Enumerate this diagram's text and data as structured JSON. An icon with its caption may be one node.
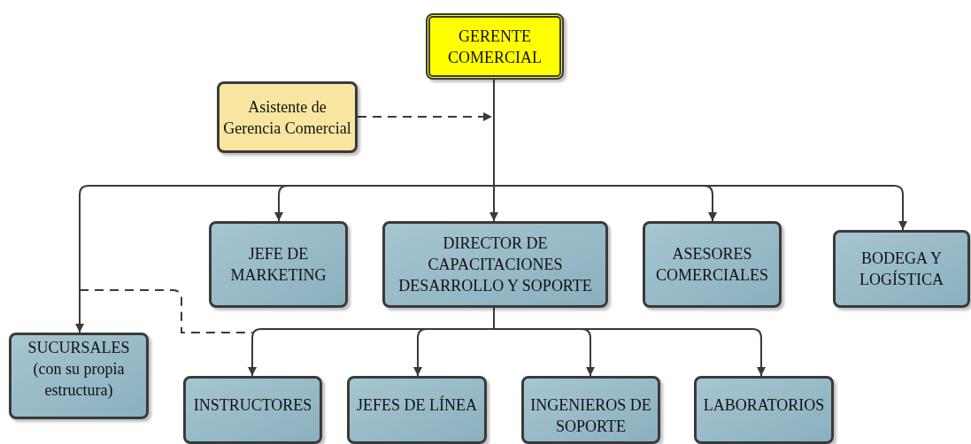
{
  "diagram": {
    "nodes": [
      {
        "text": [
          "GERENTE COMERCIAL"
        ]
      },
      {
        "text": [
          "Asistente de Gerencia Comercial"
        ]
      },
      {
        "text": [
          "JEFE DE MARKETING"
        ]
      },
      {
        "text": [
          "DIRECTOR DE CAPACITACIONES DESARROLLO Y SOPORTE"
        ]
      },
      {
        "text": [
          "ASESORES COMERCIALES"
        ]
      },
      {
        "text": [
          "BODEGA Y LOGÍSTICA"
        ]
      },
      {
        "text": [
          "SUCURSALES (con su propia estructura)"
        ]
      },
      {
        "text": [
          "INSTRUCTORES"
        ]
      },
      {
        "text": [
          "JEFES DE LÍNEA"
        ]
      },
      {
        "text": [
          "INGENIEROS DE SOPORTE"
        ]
      },
      {
        "text": [
          "LABORATORIOS"
        ]
      }
    ],
    "edges": [
      {
        "from": 0,
        "to": 2,
        "arrow": "to"
      },
      {
        "from": 0,
        "to": 3,
        "arrow": "to"
      },
      {
        "from": 0,
        "to": 4,
        "arrow": "to"
      },
      {
        "from": 0,
        "to": 5,
        "arrow": "to"
      },
      {
        "from": 0,
        "to": 6,
        "arrow": "to"
      },
      {
        "from": 1,
        "to": null,
        "arrow": "to",
        "style": "dashed"
      },
      {
        "from": 3,
        "to": 7,
        "arrow": "to"
      },
      {
        "from": 3,
        "to": 8,
        "arrow": "to"
      },
      {
        "from": 3,
        "to": 9,
        "arrow": "to"
      },
      {
        "from": 3,
        "to": 10,
        "arrow": "to"
      },
      {
        "from": null,
        "to": 7,
        "arrow": "none",
        "style": "dashed"
      }
    ]
  }
}
